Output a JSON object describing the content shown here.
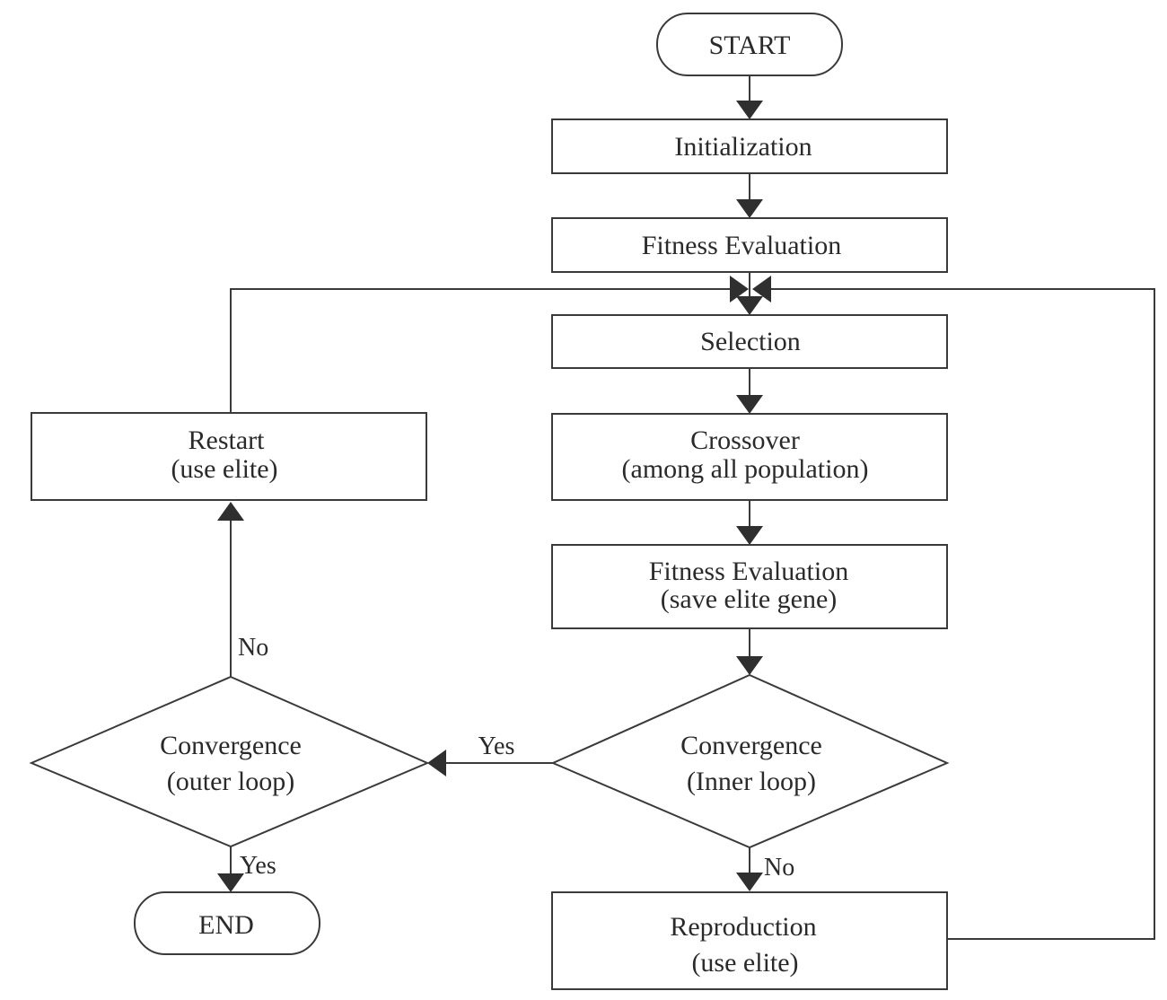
{
  "nodes": {
    "start": {
      "label": "START"
    },
    "initialization": {
      "label": "Initialization"
    },
    "fitness_evaluation_1": {
      "label": "Fitness Evaluation"
    },
    "selection": {
      "label": "Selection"
    },
    "crossover": {
      "line1": "Crossover",
      "line2": "(among all population)"
    },
    "fitness_evaluation_2": {
      "line1": "Fitness Evaluation",
      "line2": "(save elite gene)"
    },
    "convergence_inner": {
      "line1": "Convergence",
      "line2": "(Inner loop)"
    },
    "reproduction": {
      "line1": "Reproduction",
      "line2": "(use elite)"
    },
    "convergence_outer": {
      "line1": "Convergence",
      "line2": "(outer loop)"
    },
    "restart": {
      "line1": "Restart",
      "line2": "(use elite)"
    },
    "end": {
      "label": "END"
    }
  },
  "edge_labels": {
    "inner_yes": "Yes",
    "inner_no": "No",
    "outer_no": "No",
    "outer_yes": "Yes"
  }
}
